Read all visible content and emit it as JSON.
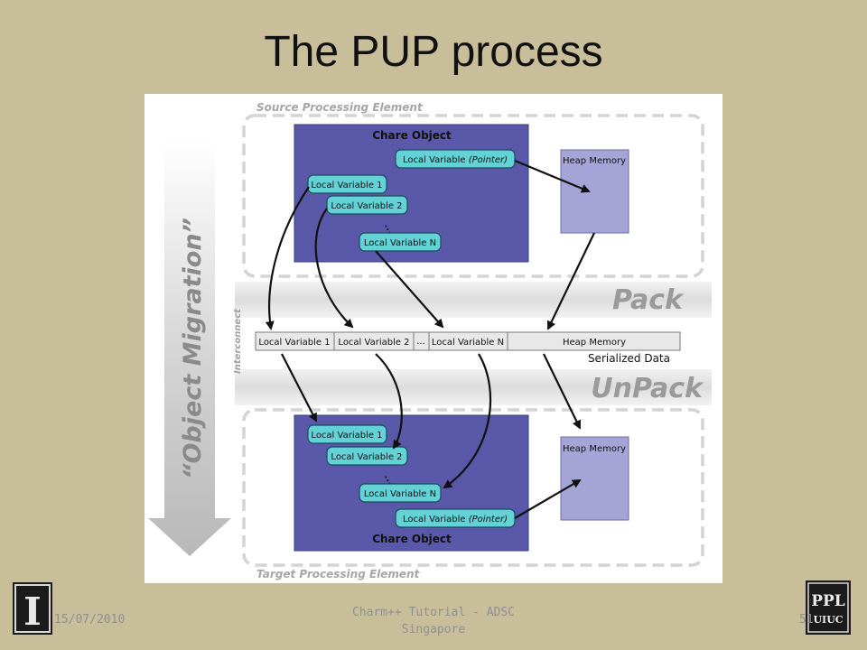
{
  "slide": {
    "title": "The PUP process",
    "footer_date": "15/07/2010",
    "footer_center": "Charm++ Tutorial - ADSC Singapore",
    "page_number": "51"
  },
  "logos": {
    "left_logo_letter": "I",
    "right_logo_top": "PPL",
    "right_logo_bottom": "UIUC"
  },
  "diagram": {
    "source_label": "Source Processing Element",
    "target_label": "Target Processing Element",
    "migration_label": "“Object Migration”",
    "interconnect_label": "Interconnect",
    "pack_label": "Pack",
    "unpack_label": "UnPack",
    "chare_object": "Chare Object",
    "heap_memory": "Heap Memory",
    "local_variable_pointer": "Local Variable",
    "pointer_suffix": "(Pointer)",
    "local_variable_1": "Local Variable 1",
    "local_variable_2": "Local Variable 2",
    "local_variable_n": "Local Variable N",
    "ellipsis": "•••",
    "serialized_ellipsis": "...",
    "serialized_data": "Serialized Data"
  },
  "colors": {
    "background": "#c8bf9a",
    "chare_fill": "#5a58a8",
    "heap_fill": "#a4a4d6",
    "pill_fill": "#62d2d6",
    "dashed_border": "#d4d4d4",
    "band_text": "#9e9e9e"
  }
}
